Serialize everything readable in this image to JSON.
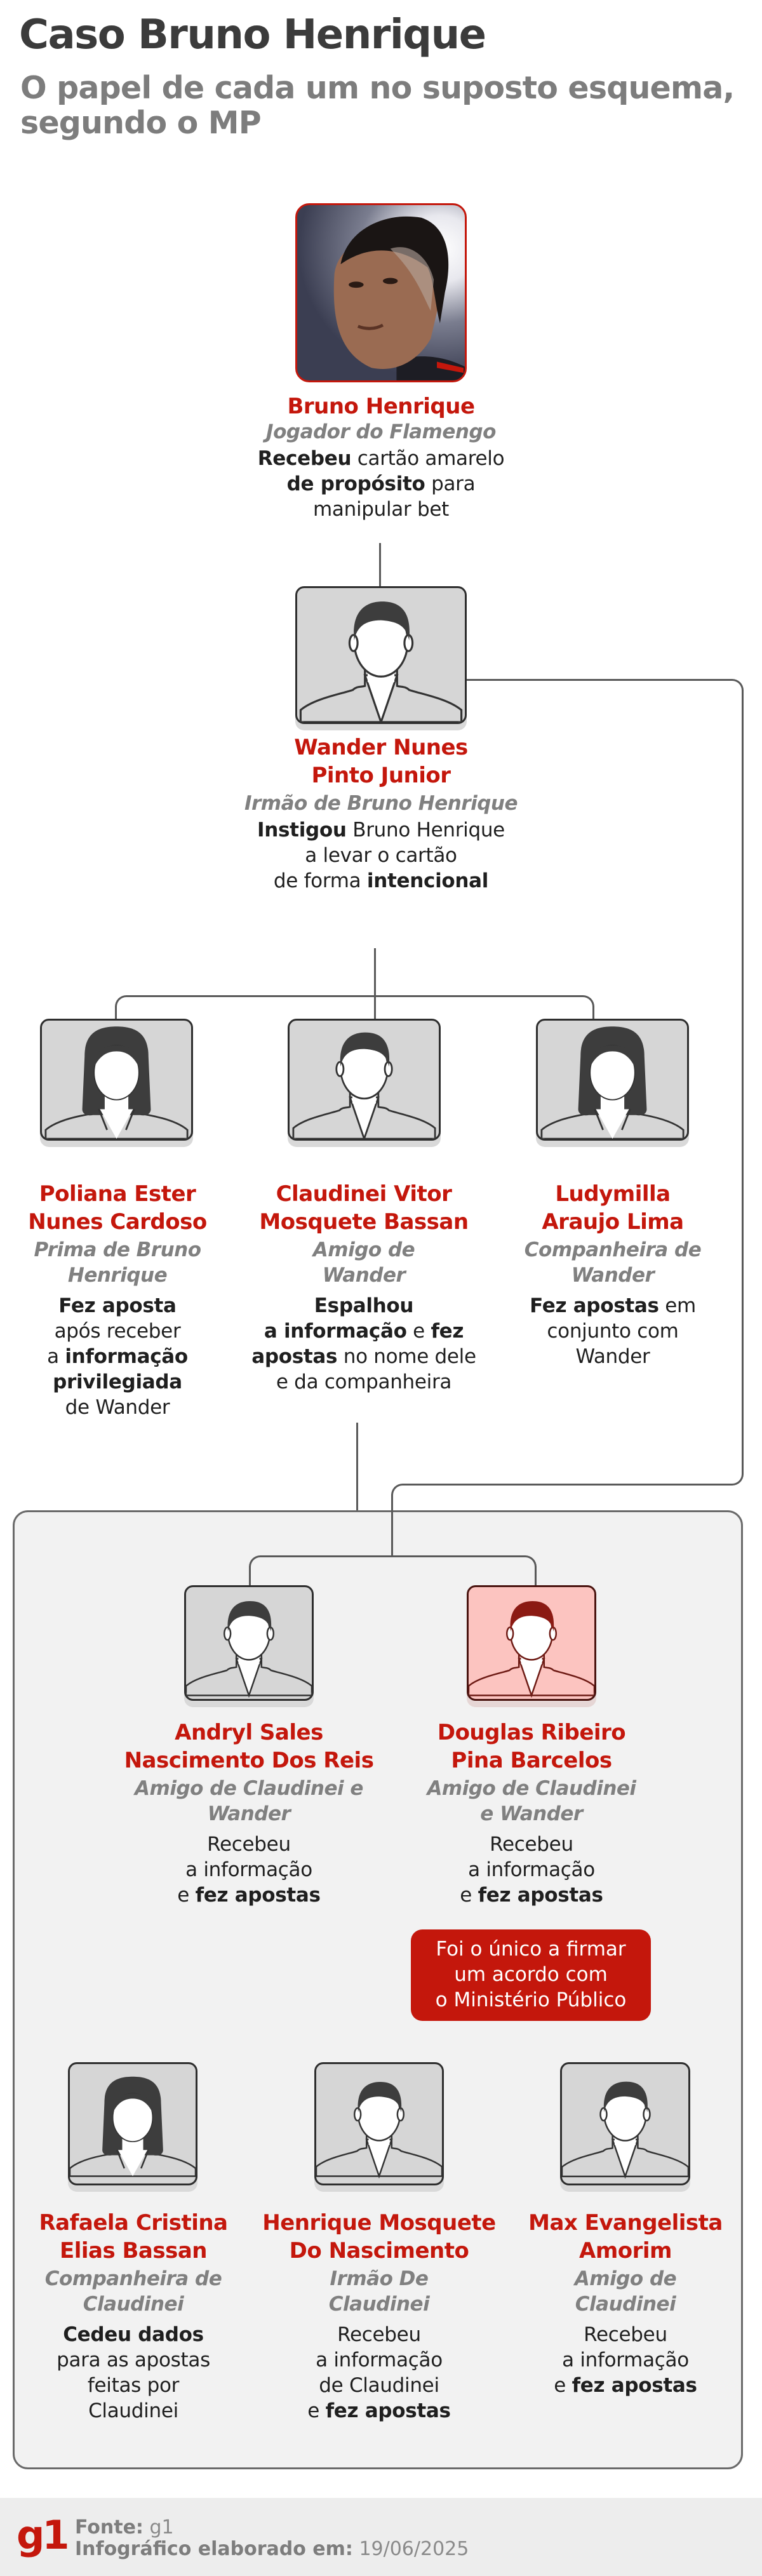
{
  "header": {
    "title": "Caso Bruno Henrique",
    "subtitle": "O papel de cada um no suposto esquema, segundo o MP"
  },
  "colors": {
    "accent_red": "#c4170c",
    "name_red": "#c4170c",
    "role_gray": "#808080",
    "avatar_bg": "#d6d6d6",
    "highlight_avatar_bg": "#fcc4c0",
    "panel_bg": "#f2f2f2",
    "footer_bg": "#ededed"
  },
  "people": {
    "bruno": {
      "name": "Bruno Henrique",
      "role": "Jogador do Flamengo",
      "avatar": "player-photo",
      "desc": [
        {
          "b": "Recebeu",
          "t": " cartão amarelo"
        },
        {
          "b": "de propósito",
          "t": " para"
        },
        {
          "b": "",
          "t": "manipular bet"
        }
      ]
    },
    "wander": {
      "name_l1": "Wander Nunes",
      "name_l2": "Pinto Junior",
      "role": "Irmão de Bruno Henrique",
      "avatar": "male-silhouette-icon",
      "desc": [
        {
          "b": "Instigou",
          "t": " Bruno Henrique"
        },
        {
          "b": "",
          "t": "a levar o cartão"
        },
        {
          "pre": "de forma ",
          "b": "intencional",
          "t": ""
        }
      ]
    },
    "poliana": {
      "name_l1": "Poliana Ester",
      "name_l2": "Nunes Cardoso",
      "role_l1": "Prima de Bruno",
      "role_l2": "Henrique",
      "avatar": "female-silhouette-icon",
      "desc": [
        {
          "pre": "",
          "b": "Fez aposta",
          "t": ""
        },
        {
          "pre": "após receber",
          "b": "",
          "t": ""
        },
        {
          "pre": "a ",
          "b": "informação",
          "t": ""
        },
        {
          "pre": "",
          "b": "privilegiada",
          "t": ""
        },
        {
          "pre": "de Wander",
          "b": "",
          "t": ""
        }
      ]
    },
    "claudinei": {
      "name_l1": "Claudinei Vitor",
      "name_l2": "Mosquete Bassan",
      "role_l1": "Amigo de",
      "role_l2": "Wander",
      "avatar": "male-silhouette-icon",
      "desc": [
        {
          "pre": "",
          "b": "Espalhou",
          "t": "",
          "b2": ""
        },
        {
          "pre": "",
          "b": "a informação",
          "t": " e ",
          "b2": "fez"
        },
        {
          "pre": "",
          "b": "apostas",
          "t": " no nome dele",
          "b2": ""
        },
        {
          "pre": "e da companheira",
          "b": "",
          "t": "",
          "b2": ""
        }
      ]
    },
    "ludymilla": {
      "name_l1": "Ludymilla",
      "name_l2": "Araujo Lima",
      "role_l1": "Companheira de",
      "role_l2": "Wander",
      "avatar": "female-silhouette-icon",
      "desc": [
        {
          "b": "Fez apostas",
          "t": " em"
        },
        {
          "b": "",
          "t": "conjunto com"
        },
        {
          "b": "",
          "t": "Wander"
        }
      ]
    },
    "andryl": {
      "name_l1": "Andryl Sales",
      "name_l2": "Nascimento Dos Reis",
      "role_l1": "Amigo de Claudinei e",
      "role_l2": "Wander",
      "avatar": "male-silhouette-icon",
      "desc": [
        {
          "pre": "Recebeu",
          "b": ""
        },
        {
          "pre": "a informação",
          "b": ""
        },
        {
          "pre": "e ",
          "b": "fez apostas"
        }
      ]
    },
    "douglas": {
      "name_l1": "Douglas Ribeiro",
      "name_l2": "Pina Barcelos",
      "role_l1": "Amigo de Claudinei",
      "role_l2": "e Wander",
      "avatar": "male-silhouette-highlighted-icon",
      "desc": [
        {
          "pre": "Recebeu",
          "b": ""
        },
        {
          "pre": "a informação",
          "b": ""
        },
        {
          "pre": "e ",
          "b": "fez apostas"
        }
      ],
      "callout": [
        "Foi o único a firmar",
        "um acordo com",
        "o Ministério Público"
      ]
    },
    "rafaela": {
      "name_l1": "Rafaela Cristina",
      "name_l2": "Elias Bassan",
      "role_l1": "Companheira de",
      "role_l2": "Claudinei",
      "avatar": "female-silhouette-icon",
      "desc": [
        {
          "pre": "",
          "b": "Cedeu dados"
        },
        {
          "pre": "para as apostas",
          "b": ""
        },
        {
          "pre": "feitas por",
          "b": ""
        },
        {
          "pre": "Claudinei",
          "b": ""
        }
      ]
    },
    "henrique": {
      "name_l1": "Henrique Mosquete",
      "name_l2": "Do Nascimento",
      "role_l1": "Irmão De",
      "role_l2": "Claudinei",
      "avatar": "male-silhouette-icon",
      "desc": [
        {
          "pre": "Recebeu",
          "b": ""
        },
        {
          "pre": "a informação",
          "b": ""
        },
        {
          "pre": "de Claudinei",
          "b": ""
        },
        {
          "pre": "e ",
          "b": "fez apostas"
        }
      ]
    },
    "max": {
      "name_l1": "Max Evangelista",
      "name_l2": "Amorim",
      "role_l1": "Amigo de",
      "role_l2": "Claudinei",
      "avatar": "male-silhouette-icon",
      "desc": [
        {
          "pre": "Recebeu",
          "b": ""
        },
        {
          "pre": "a informação",
          "b": ""
        },
        {
          "pre": "e ",
          "b": "fez apostas"
        }
      ]
    }
  },
  "footer": {
    "logo": "g1",
    "source_label": "Fonte:",
    "source_value": " g1",
    "date_label": "Infográfico elaborado em:",
    "date_value": " 19/06/2025"
  }
}
